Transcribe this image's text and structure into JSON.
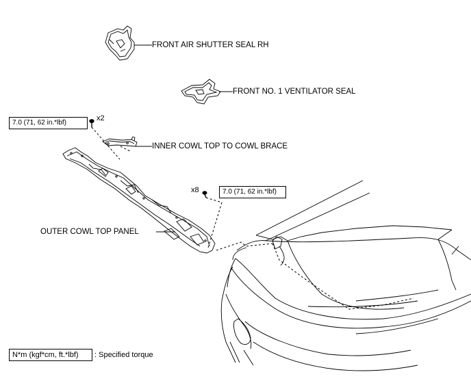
{
  "labels": {
    "shutter_seal": "FRONT AIR SHUTTER SEAL RH",
    "ventilator_seal": "FRONT NO. 1 VENTILATOR SEAL",
    "inner_brace": "INNER COWL TOP TO COWL BRACE",
    "outer_panel": "OUTER COWL TOP PANEL"
  },
  "torque": {
    "bolt_a": "7.0 (71, 62 in.*lbf)",
    "bolt_b": "7.0 (71, 62 in.*lbf)",
    "qty_a": "x2",
    "qty_b": "x8"
  },
  "legend": {
    "box": "N*m (kgf*cm, ft.*lbf)",
    "text": ": Specified torque"
  }
}
